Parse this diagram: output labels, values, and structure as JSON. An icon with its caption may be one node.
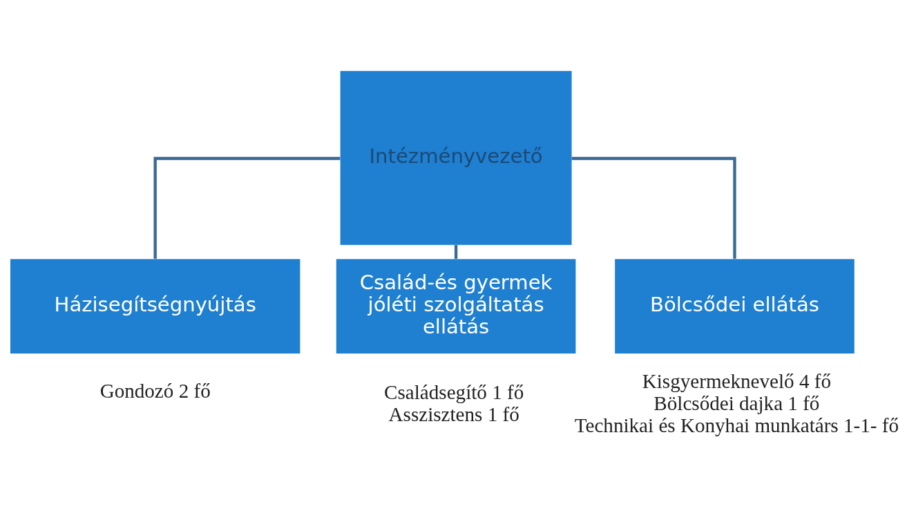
{
  "diagram": {
    "nodes": [
      {
        "text": [
          "Intézményvezető"
        ]
      },
      {
        "text": [
          "Házisegítségnyújtás"
        ],
        "beside": [
          "Gondozó 2 fő"
        ]
      },
      {
        "text": [
          "Család-és gyermek jóléti szolgáltatás ellátás"
        ],
        "beside": [
          "Családsegítő 1 fő",
          "Asszisztens 1 fő"
        ]
      },
      {
        "text": [
          "Bölcsődei ellátás"
        ],
        "beside": [
          "Kisgyermeknevelő 4 fő",
          "Bölcsődei dajka 1 fő",
          "Technikai és Konyhai munkatárs 1-1- fő"
        ]
      }
    ],
    "edges": [
      {
        "from": 0,
        "to": 1,
        "arrow": "none"
      },
      {
        "from": 0,
        "to": 2,
        "arrow": "none"
      },
      {
        "from": 0,
        "to": 3,
        "arrow": "none"
      }
    ]
  }
}
